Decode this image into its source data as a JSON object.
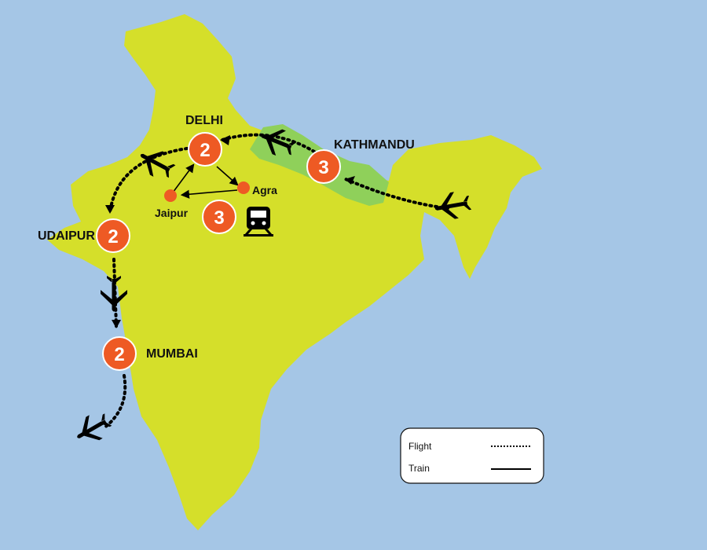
{
  "colors": {
    "sea": "#a5c6e6",
    "land": "#d5df2a",
    "nepal": "#8fd05a",
    "badge": "#ee5a24",
    "badge_stroke": "#ffffff",
    "route": "#000000"
  },
  "cities": {
    "delhi": {
      "name": "DELHI",
      "nights": "2"
    },
    "kathmandu": {
      "name": "KATHMANDU",
      "nights": "3"
    },
    "udaipur": {
      "name": "UDAIPUR",
      "nights": "2"
    },
    "mumbai": {
      "name": "MUMBAI",
      "nights": "2"
    },
    "jaipur": {
      "name": "Jaipur"
    },
    "agra": {
      "name": "Agra"
    }
  },
  "golden_triangle": {
    "nights": "3",
    "icon": "train-icon"
  },
  "icons": {
    "plane": "plane-icon",
    "train": "train-icon"
  },
  "legend": {
    "flight_label": "Flight",
    "train_label": "Train"
  }
}
